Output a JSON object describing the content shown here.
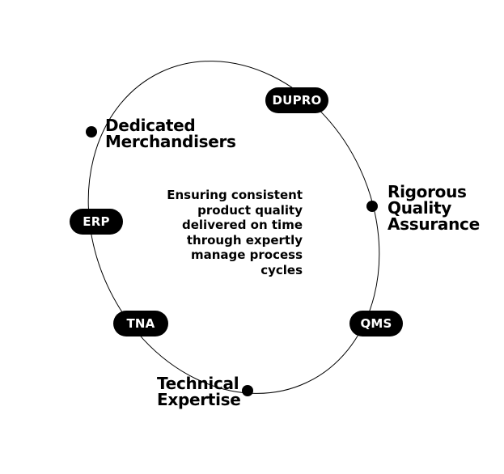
{
  "diagram": {
    "center_text": "Ensuring consistent\nproduct quality\ndelivered on time\nthrough expertly\nmanage process\ncycles",
    "pills": {
      "dupro": "DUPRO",
      "erp": "ERP",
      "tna": "TNA",
      "qms": "QMS"
    },
    "labels": {
      "merchandisers": "Dedicated\nMerchandisers",
      "quality": "Rigorous\nQuality\nAssurance",
      "technical": "Technical\nExpertise"
    },
    "colors": {
      "pill_background": "#000000",
      "pill_text": "#ffffff",
      "ellipse_stroke": "#000000"
    }
  }
}
